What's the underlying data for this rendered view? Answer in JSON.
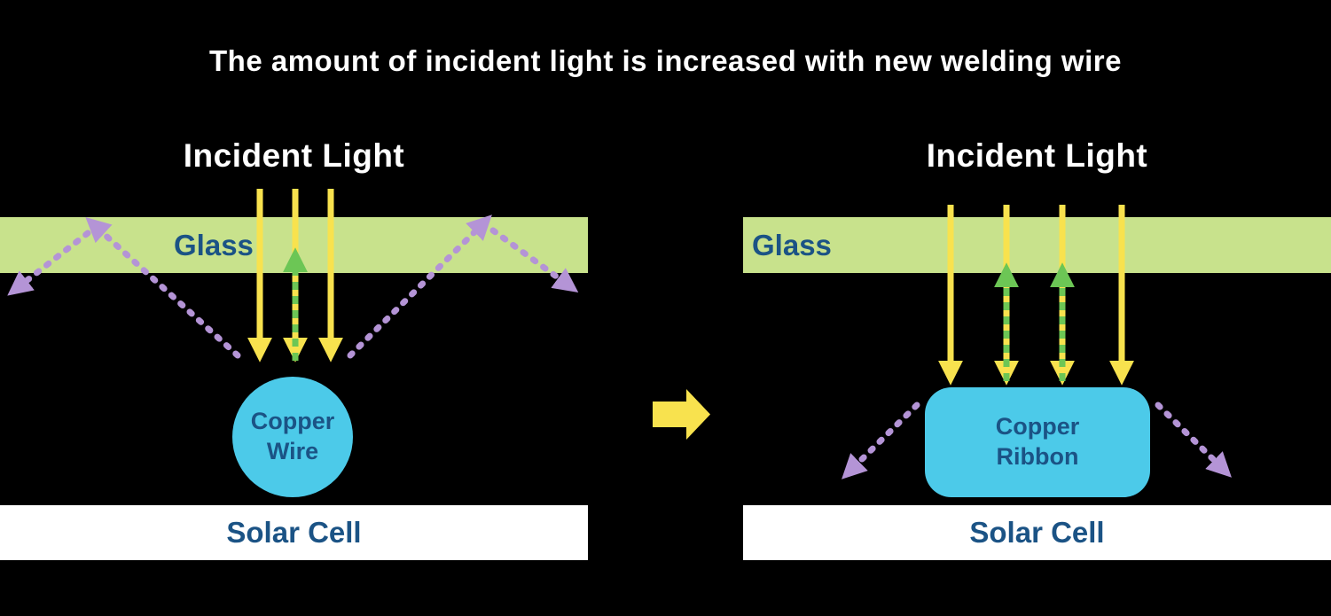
{
  "title": "The amount of incident light is increased with new welding wire",
  "colors": {
    "background": "#000000",
    "title_text": "#ffffff",
    "glass_fill": "#c8e28c",
    "label_text": "#1b5385",
    "incident_arrow": "#f8e24e",
    "reflected_arrow": "#6cc655",
    "scatter_arrow": "#b494d6",
    "copper_fill": "#4ccae9",
    "solar_cell_fill": "#ffffff"
  },
  "left_panel": {
    "incident_light_label": "Incident Light",
    "glass_label": "Glass",
    "copper_label_line1": "Copper",
    "copper_label_line2": "Wire",
    "solar_cell_label": "Solar Cell"
  },
  "right_panel": {
    "incident_light_label": "Incident Light",
    "glass_label": "Glass",
    "copper_label_line1": "Copper",
    "copper_label_line2": "Ribbon",
    "solar_cell_label": "Solar Cell"
  }
}
